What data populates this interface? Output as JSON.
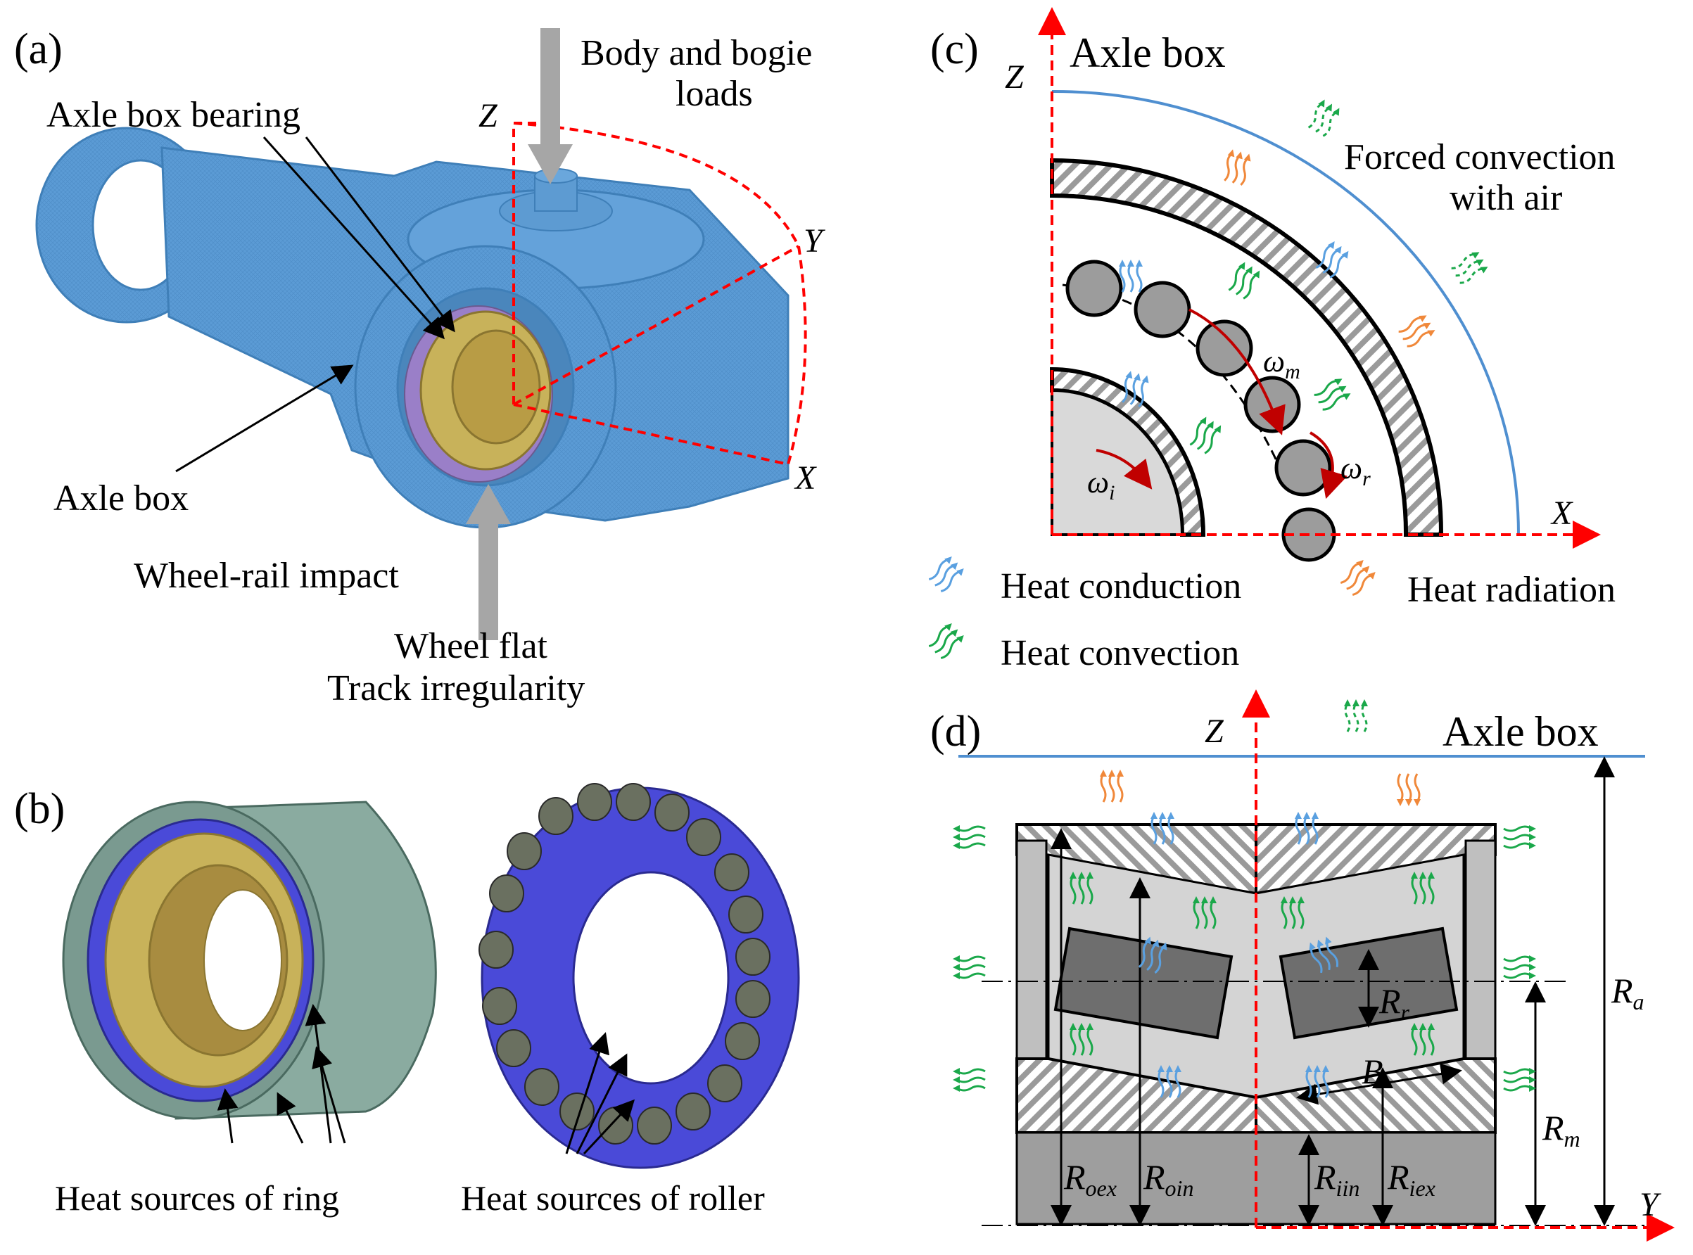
{
  "panels": {
    "a": {
      "label": "(a)",
      "body_loads": [
        "Body and bogie",
        "loads"
      ],
      "axle_box_bearing": "Axle box bearing",
      "axle_box": "Axle box",
      "wheel_rail_impact": "Wheel-rail impact",
      "wheel_flat": "Wheel flat",
      "track_irregularity": "Track irregularity",
      "axis_z": "Z",
      "axis_y": "Y",
      "axis_x": "X"
    },
    "b": {
      "label": "(b)",
      "heat_ring": "Heat sources of ring",
      "heat_roller": "Heat sources of roller"
    },
    "c": {
      "label": "(c)",
      "axis_z": "Z",
      "title": "Axle box",
      "forced_conv": [
        "Forced convection",
        "with air"
      ],
      "axis_x": "X",
      "omega_m": "ω",
      "omega_m_sub": "m",
      "omega_i": "ω",
      "omega_i_sub": "i",
      "omega_r": "ω",
      "omega_r_sub": "r",
      "legend": {
        "conduction": "Heat conduction",
        "radiation": "Heat radiation",
        "convection": "Heat convection"
      }
    },
    "d": {
      "label": "(d)",
      "axis_z": "Z",
      "title": "Axle box",
      "axis_y": "Y",
      "r_r": "R",
      "r_r_sub": "r",
      "r_a": "R",
      "r_a_sub": "a",
      "r_m": "R",
      "r_m_sub": "m",
      "b": "B",
      "r_oex": "R",
      "r_oex_sub": "oex",
      "r_oin": "R",
      "r_oin_sub": "oin",
      "r_iin": "R",
      "r_iin_sub": "iin",
      "r_iex": "R",
      "r_iex_sub": "iex"
    }
  },
  "colors": {
    "mesh_blue": "#5b9bd5",
    "bearing_gold": "#c8b25a",
    "red_dashed": "#ff0000",
    "conduction": "#5aa0e0",
    "radiation": "#f0883a",
    "convection": "#1aa84a",
    "roller_blue": "#4a4ad8",
    "cup_green": "#8aaba0",
    "axle_line": "#4f8fd0"
  }
}
